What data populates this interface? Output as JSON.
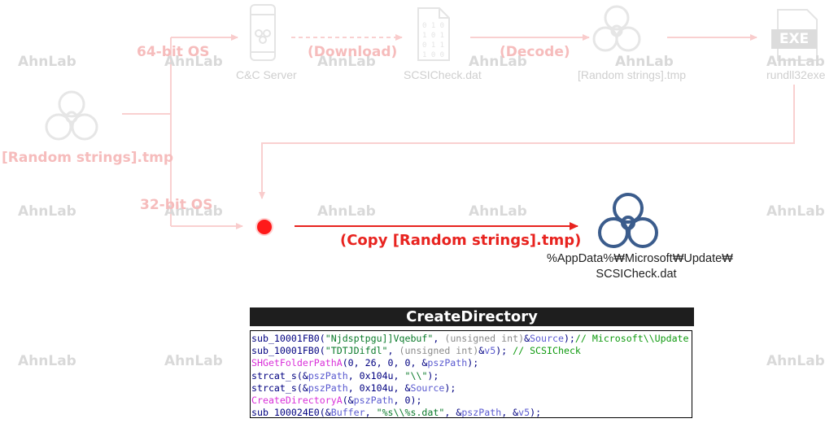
{
  "watermark": "AhnLab",
  "top_row": {
    "branch_64_label": "64-bit OS",
    "download_label": "(Download)",
    "decode_label": "(Decode)",
    "nodes": [
      {
        "label": "C&C Server"
      },
      {
        "label": "SCSICheck.dat"
      },
      {
        "label": "[Random strings].tmp"
      },
      {
        "label": "rundll32exe"
      }
    ],
    "exe_icon_text": "EXE"
  },
  "left_node": {
    "label": "[Random strings].tmp"
  },
  "branch_32_label": "32-bit OS",
  "copy_label": "(Copy [Random strings].tmp)",
  "destination": {
    "line1": "%AppData%₩Microsoft₩Update₩",
    "line2": "SCSICheck.dat"
  },
  "code_title": "CreateDirectory",
  "code_lines": [
    [
      {
        "t": "sub_10001FB0(",
        "c": "blk"
      },
      {
        "t": "\"Njdsptpgu]]Vqebuf\"",
        "c": "str"
      },
      {
        "t": ", ",
        "c": "blk"
      },
      {
        "t": "(unsigned int)",
        "c": "gray"
      },
      {
        "t": "&",
        "c": "blk"
      },
      {
        "t": "Source",
        "c": "var"
      },
      {
        "t": ");",
        "c": "blk"
      },
      {
        "t": "// Microsoft\\\\Update",
        "c": "com"
      }
    ],
    [
      {
        "t": "sub_10001FB0(",
        "c": "blk"
      },
      {
        "t": "\"TDTJDifdl\"",
        "c": "str"
      },
      {
        "t": ", ",
        "c": "blk"
      },
      {
        "t": "(unsigned int)",
        "c": "gray"
      },
      {
        "t": "&",
        "c": "blk"
      },
      {
        "t": "v5",
        "c": "var"
      },
      {
        "t": "); ",
        "c": "blk"
      },
      {
        "t": "// SCSICheck",
        "c": "com"
      }
    ],
    [
      {
        "t": "SHGetFolderPathA",
        "c": "mag"
      },
      {
        "t": "(0, 26, 0, 0, &",
        "c": "blk"
      },
      {
        "t": "pszPath",
        "c": "var"
      },
      {
        "t": ");",
        "c": "blk"
      }
    ],
    [
      {
        "t": "strcat_s(&",
        "c": "blk"
      },
      {
        "t": "pszPath",
        "c": "var"
      },
      {
        "t": ", 0x104u, ",
        "c": "blk"
      },
      {
        "t": "\"\\\\\"",
        "c": "str"
      },
      {
        "t": ");",
        "c": "blk"
      }
    ],
    [
      {
        "t": "strcat_s(&",
        "c": "blk"
      },
      {
        "t": "pszPath",
        "c": "var"
      },
      {
        "t": ", 0x104u, &",
        "c": "blk"
      },
      {
        "t": "Source",
        "c": "var"
      },
      {
        "t": ");",
        "c": "blk"
      }
    ],
    [
      {
        "t": "CreateDirectoryA",
        "c": "mag"
      },
      {
        "t": "(&",
        "c": "blk"
      },
      {
        "t": "pszPath",
        "c": "var"
      },
      {
        "t": ", 0);",
        "c": "blk"
      }
    ],
    [
      {
        "t": "sub_100024E0(&",
        "c": "blk"
      },
      {
        "t": "Buffer",
        "c": "var"
      },
      {
        "t": ", ",
        "c": "blk"
      },
      {
        "t": "\"%s\\\\%s.dat\"",
        "c": "str"
      },
      {
        "t": ", &",
        "c": "blk"
      },
      {
        "t": "pszPath",
        "c": "var"
      },
      {
        "t": ", &",
        "c": "blk"
      },
      {
        "t": "v5",
        "c": "var"
      },
      {
        "t": ");",
        "c": "blk"
      }
    ]
  ],
  "colors": {
    "faint_arrow": "#f9d0d0",
    "copy_arrow": "#e8231f",
    "bio_icon_dest": "#3b5c8c",
    "bio_icon_faint": "#e6e6e6"
  }
}
